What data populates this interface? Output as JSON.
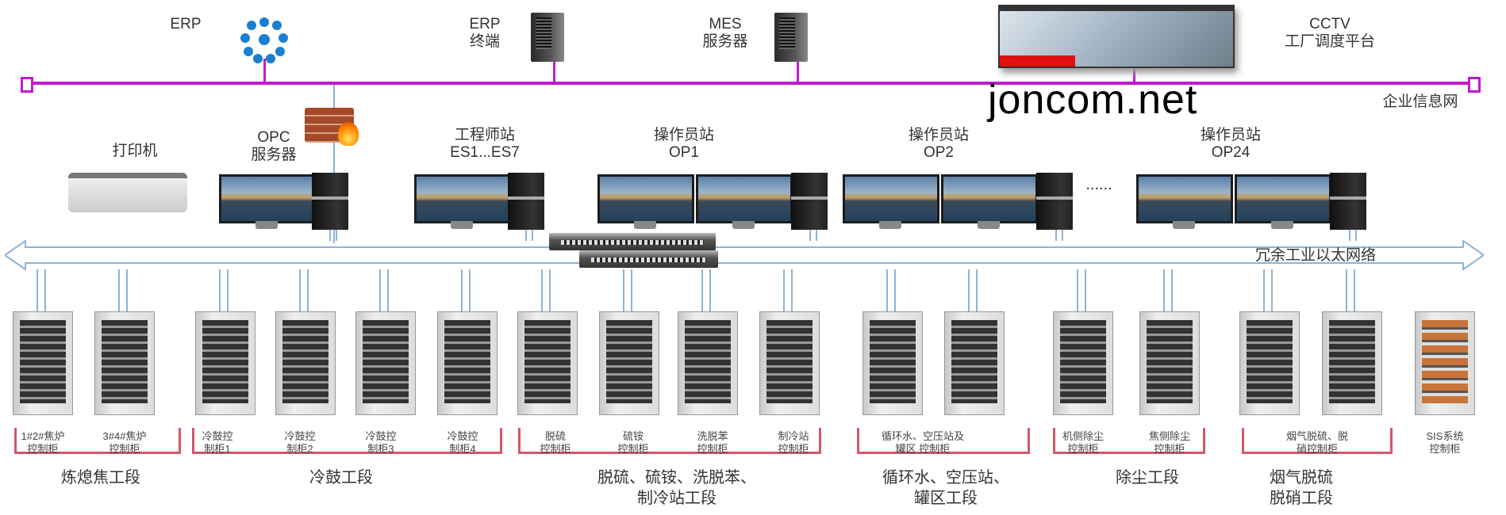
{
  "enterprise_network": {
    "label": "企业信息网",
    "nodes": {
      "erp": {
        "label": "ERP",
        "icon": "cloud-network-icon"
      },
      "erp_terminal": {
        "line1": "ERP",
        "line2": "终端",
        "icon": "server-tower-icon"
      },
      "mes": {
        "line1": "MES",
        "line2": "服务器",
        "icon": "server-tower-icon"
      },
      "cctv": {
        "line1": "CCTV",
        "line2": "工厂调度平台",
        "icon": "video-wall-icon"
      }
    },
    "color": "#c21ad0"
  },
  "control_level": {
    "printer": {
      "label": "打印机"
    },
    "opc": {
      "line1": "OPC",
      "line2": "服务器"
    },
    "engineer": {
      "line1": "工程师站",
      "line2": "ES1...ES7"
    },
    "op1": {
      "line1": "操作员站",
      "line2": "OP1"
    },
    "op2": {
      "line1": "操作员站",
      "line2": "OP2"
    },
    "op24": {
      "line1": "操作员站",
      "line2": "OP24"
    },
    "ellipsis": "......"
  },
  "industrial_network": {
    "label": "冗余工业以太网络"
  },
  "cabinets": [
    {
      "line1": "1#2#焦炉",
      "line2": "控制柜"
    },
    {
      "line1": "3#4#焦炉",
      "line2": "控制柜"
    },
    {
      "line1": "冷鼓控",
      "line2": "制柜1"
    },
    {
      "line1": "冷鼓控",
      "line2": "制柜2"
    },
    {
      "line1": "冷鼓控",
      "line2": "制柜3"
    },
    {
      "line1": "冷鼓控",
      "line2": "制柜4"
    },
    {
      "line1": "脱硫",
      "line2": "控制柜"
    },
    {
      "line1": "硫铵",
      "line2": "控制柜"
    },
    {
      "line1": "洗脱苯",
      "line2": "控制柜"
    },
    {
      "line1": "制冷站",
      "line2": "控制柜"
    },
    {
      "line1": "循环水、空压站及",
      "line2": "罐区 控制柜"
    },
    {
      "line1": "",
      "line2": ""
    },
    {
      "line1": "机侧除尘",
      "line2": "控制柜"
    },
    {
      "line1": "焦侧除尘",
      "line2": "控制柜"
    },
    {
      "line1": "烟气脱硫、脱",
      "line2": "硝控制柜"
    },
    {
      "line1": "",
      "line2": ""
    },
    {
      "line1": "SIS系统",
      "line2": "控制柜"
    }
  ],
  "sections": [
    {
      "line1": "炼熄焦工段",
      "line2": ""
    },
    {
      "line1": "冷鼓工段",
      "line2": ""
    },
    {
      "line1": "脱硫、硫铵、洗脱苯、",
      "line2": "制冷站工段"
    },
    {
      "line1": "循环水、空压站、",
      "line2": "罐区工段"
    },
    {
      "line1": "除尘工段",
      "line2": ""
    },
    {
      "line1": "烟气脱硫",
      "line2": "脱硝工段"
    }
  ],
  "watermark": "joncom.net"
}
